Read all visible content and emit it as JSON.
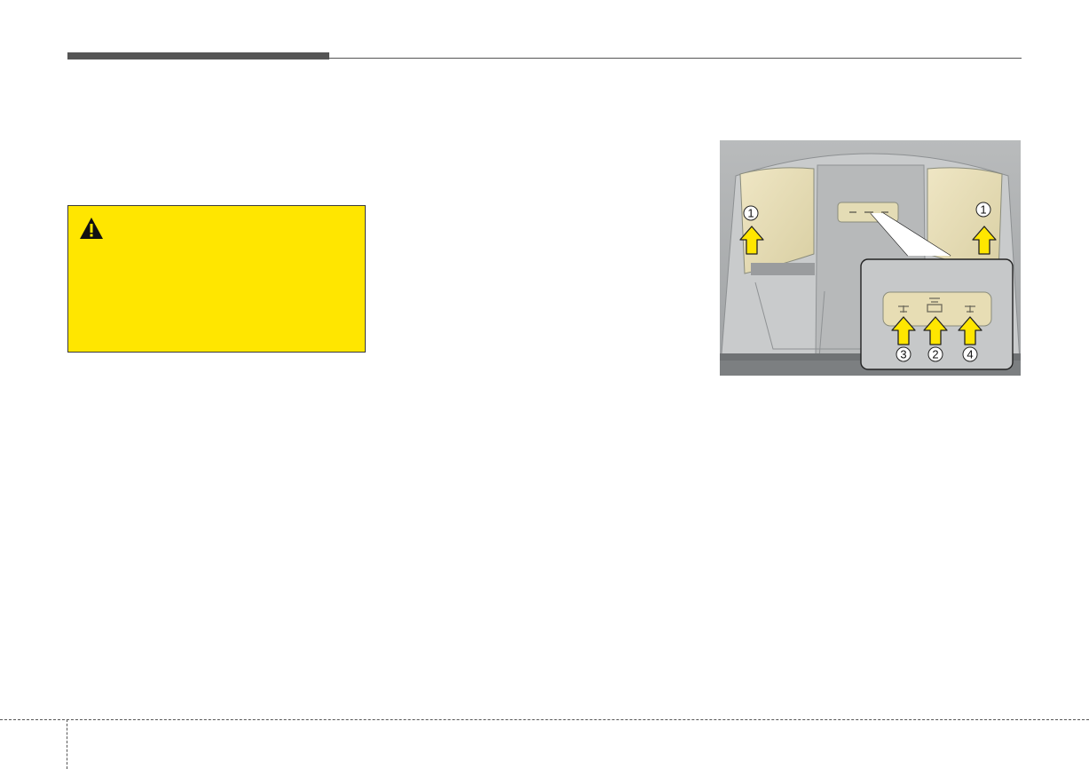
{
  "figure": {
    "callouts": {
      "left_lamp": "1",
      "right_lamp": "1",
      "switch_left": "3",
      "switch_center": "2",
      "switch_right": "4"
    }
  },
  "colors": {
    "header_bar": "#555555",
    "warning_background": "#ffe600",
    "arrow_yellow": "#ffe600"
  },
  "icons": [
    "warning-triangle-icon",
    "up-arrow-icon"
  ]
}
